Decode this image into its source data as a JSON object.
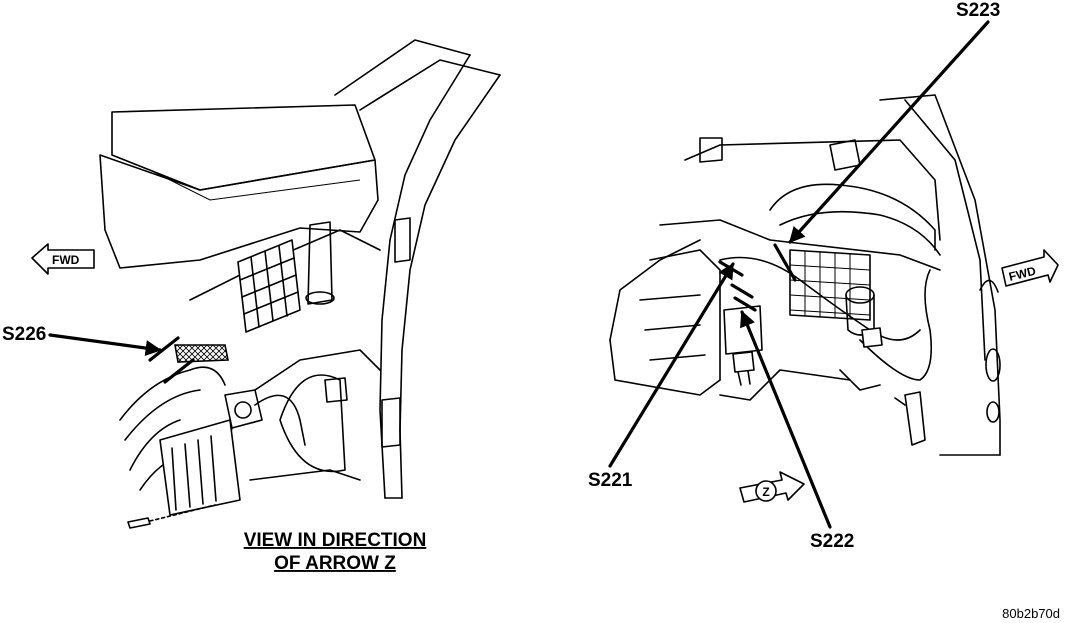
{
  "labels": {
    "s226": "S226",
    "s223": "S223",
    "s221": "S221",
    "s222": "S222",
    "fwd_left": "FWD",
    "fwd_right": "FWD",
    "arrow_z": "Z",
    "caption_line1": "VIEW IN DIRECTION",
    "caption_line2": "OF ARROW Z",
    "figure_ref": "80b2b70d"
  }
}
